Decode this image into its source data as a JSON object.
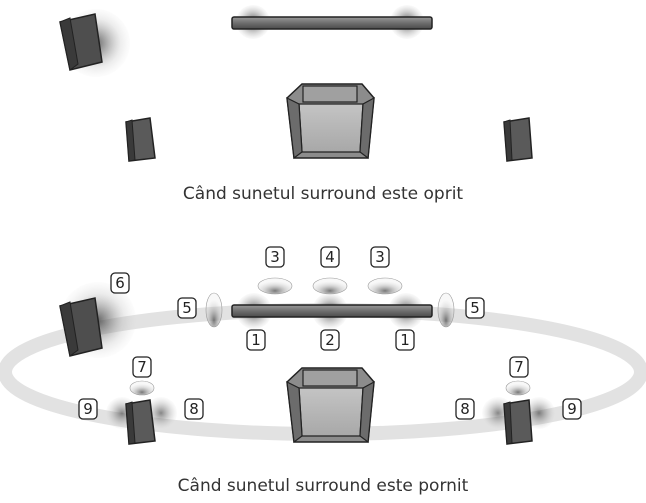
{
  "captions": {
    "off": "Când sunetul surround este oprit",
    "on": "Când sunetul surround este pornit"
  },
  "labels": {
    "front_left": "1",
    "center": "2",
    "front_right": "1",
    "top_left": "3",
    "top_center": "4",
    "top_right": "3",
    "side_left": "5",
    "side_right": "5",
    "subwoofer": "6",
    "rear_left_top": "7",
    "rear_right_top": "7",
    "rear_left_outer": "9",
    "rear_left_inner": "8",
    "rear_right_inner": "8",
    "rear_right_outer": "9"
  },
  "colors": {
    "speaker_dark": "#5a5a5a",
    "speaker_side": "#3a3a3a",
    "chair": "#8c8c8c",
    "ring": "#e4e4e4"
  }
}
